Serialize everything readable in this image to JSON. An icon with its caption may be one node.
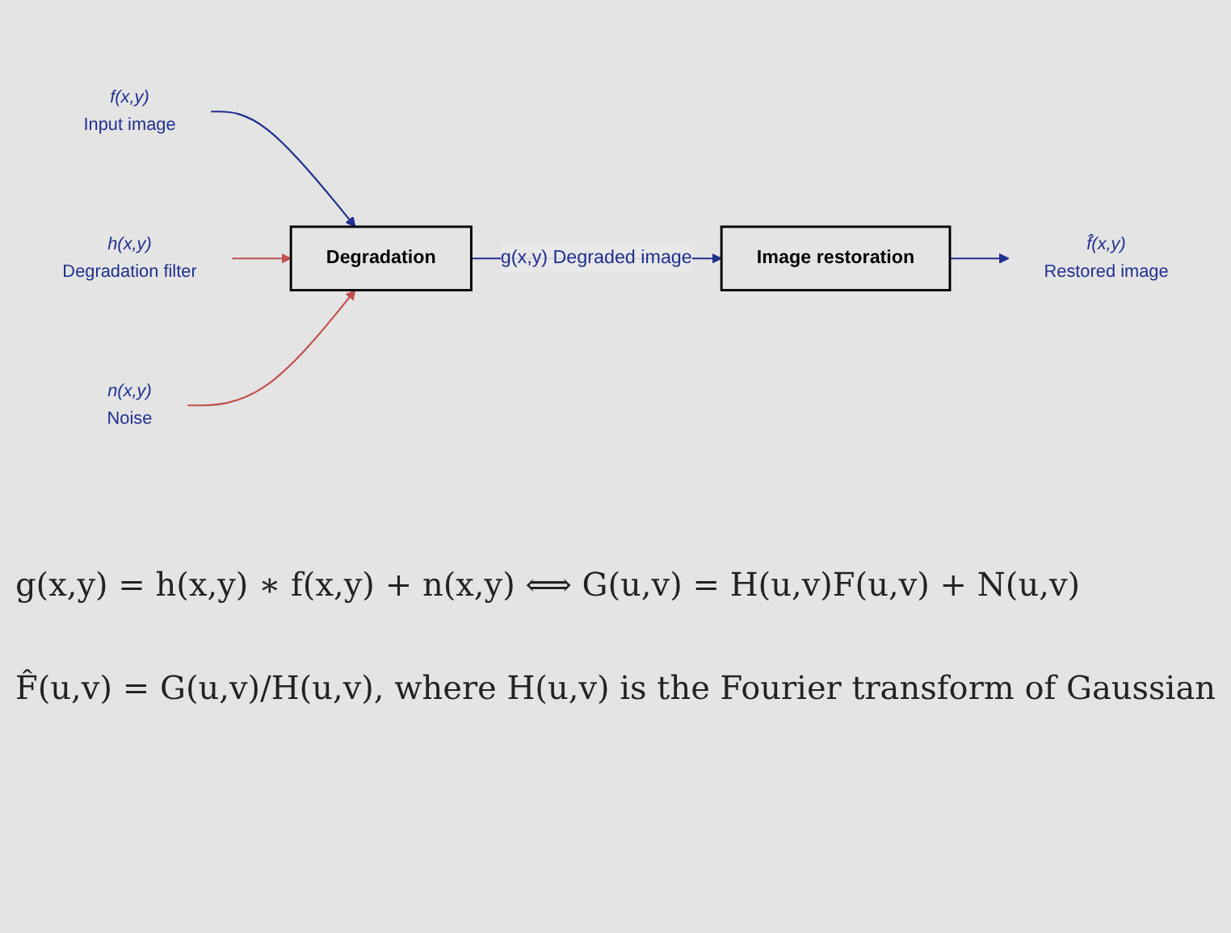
{
  "diagram": {
    "nodes": [
      {
        "text": [
          "f(x,y)",
          "Input image"
        ]
      },
      {
        "text": [
          "Degradation"
        ]
      },
      {
        "text": [
          "Image restoration"
        ]
      },
      {
        "text": [
          "f̂(x,y)",
          "Restored image"
        ]
      },
      {
        "text": [
          "h(x,y)",
          "Degradation filter"
        ]
      },
      {
        "text": [
          "n(x,y)",
          "Noise"
        ]
      }
    ],
    "edges": [
      {
        "from": 0,
        "to": 1,
        "arrow": "to"
      },
      {
        "from": 1,
        "to": 2,
        "arrow": "to",
        "label": "g(x,y) Degraded image"
      },
      {
        "from": 2,
        "to": 3,
        "arrow": "to"
      },
      {
        "from": 4,
        "to": 1,
        "arrow": "to",
        "color": "#c0504d"
      },
      {
        "from": 5,
        "to": 1,
        "arrow": "to",
        "color": "#c0504d"
      }
    ],
    "labels": [
      "g(x,y) = h(x,y) ∗ f(x,y) + n(x,y) ⟺ G(u,v) = H(u,v)F(u,v) + N(u,v)",
      "F̂(u,v) = G(u,v)/H(u,v), where H(u,v) is the Fourier transform of Gaussian"
    ]
  }
}
